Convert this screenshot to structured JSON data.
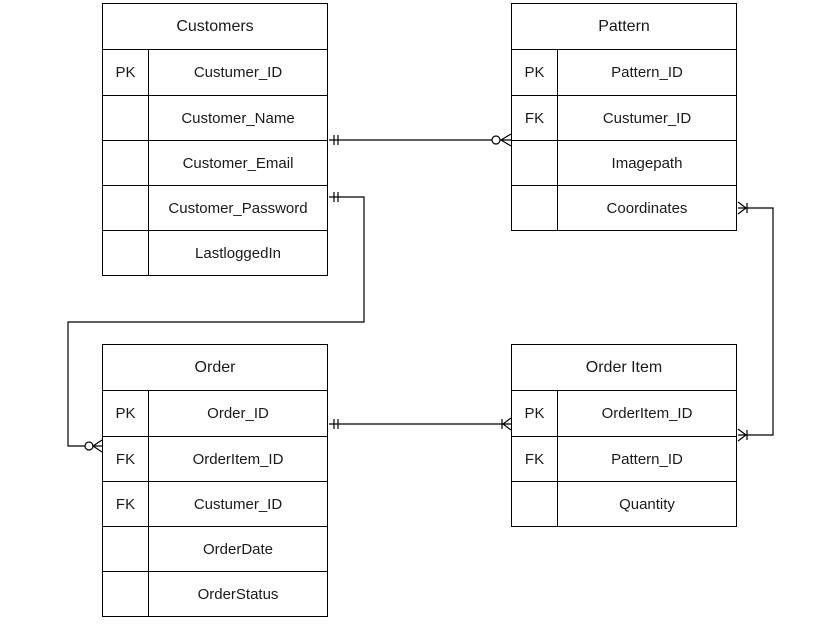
{
  "entities": {
    "customers": {
      "title": "Customers",
      "rows": [
        {
          "key": "PK",
          "field": "Custumer_ID"
        },
        {
          "key": "",
          "field": "Customer_Name"
        },
        {
          "key": "",
          "field": "Customer_Email"
        },
        {
          "key": "",
          "field": "Customer_Password"
        },
        {
          "key": "",
          "field": "LastloggedIn"
        }
      ]
    },
    "pattern": {
      "title": "Pattern",
      "rows": [
        {
          "key": "PK",
          "field": "Pattern_ID"
        },
        {
          "key": "FK",
          "field": "Custumer_ID"
        },
        {
          "key": "",
          "field": "Imagepath"
        },
        {
          "key": "",
          "field": "Coordinates"
        }
      ]
    },
    "order": {
      "title": "Order",
      "rows": [
        {
          "key": "PK",
          "field": "Order_ID"
        },
        {
          "key": "FK",
          "field": "OrderItem_ID"
        },
        {
          "key": "FK",
          "field": "Custumer_ID"
        },
        {
          "key": "",
          "field": "OrderDate"
        },
        {
          "key": "",
          "field": "OrderStatus"
        }
      ]
    },
    "order_item": {
      "title": "Order Item",
      "rows": [
        {
          "key": "PK",
          "field": "OrderItem_ID"
        },
        {
          "key": "FK",
          "field": "Pattern_ID"
        },
        {
          "key": "",
          "field": "Quantity"
        }
      ]
    }
  },
  "relationships": [
    {
      "from": "Customers",
      "from_end": "one-and-only-one",
      "to": "Pattern",
      "to_end": "zero-or-many"
    },
    {
      "from": "Customers",
      "from_end": "one-and-only-one",
      "to": "Order",
      "to_end": "zero-or-many"
    },
    {
      "from": "Order",
      "from_end": "one-and-only-one",
      "to": "Order Item",
      "to_end": "one-or-many"
    },
    {
      "from": "Pattern",
      "from_end": "one-or-many",
      "to": "Order Item",
      "to_end": "one-or-many"
    }
  ]
}
